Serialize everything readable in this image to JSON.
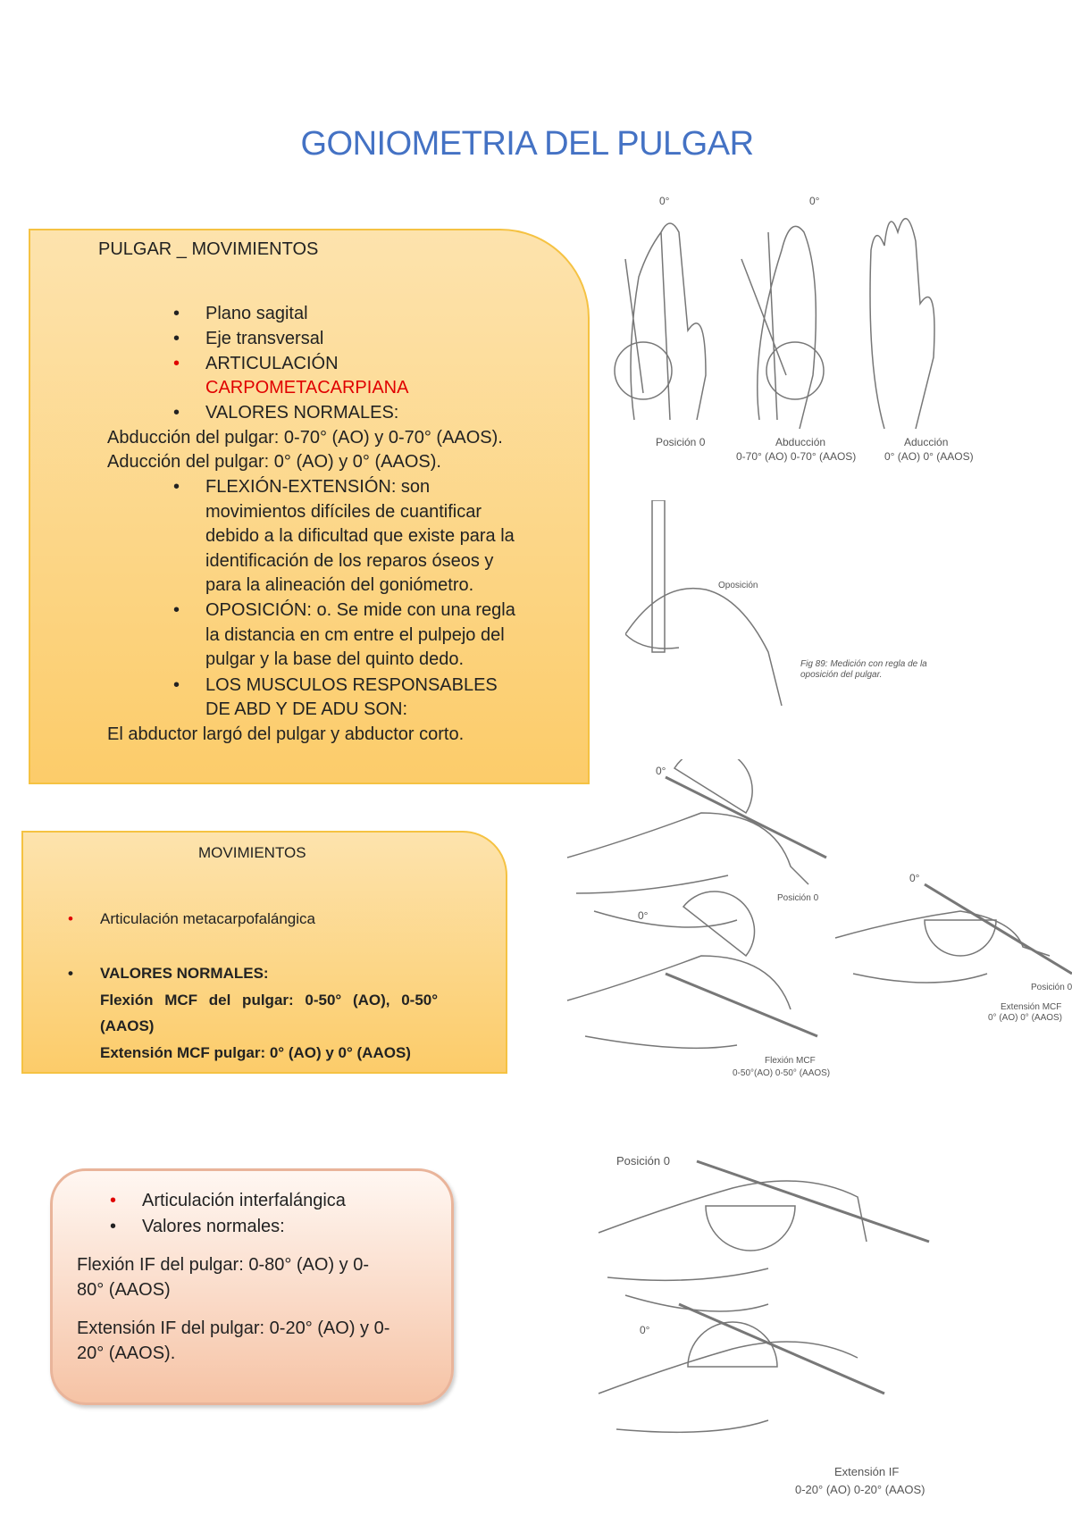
{
  "title": "GONIOMETRIA DEL PULGAR",
  "box1": {
    "heading": "PULGAR _ MOVIMIENTOS",
    "items": [
      "Plano sagital",
      "Eje transversal",
      "ARTICULACIÓN",
      "CARPOMETACARPIANA",
      "VALORES NORMALES:"
    ],
    "abd": "Abducción del pulgar: 0-70° (AO) y 0-70° (AAOS).",
    "adu": "Aducción del pulgar: 0° (AO) y 0° (AAOS).",
    "flex": [
      "FLEXIÓN-EXTENSIÓN: son",
      "movimientos difíciles de cuantificar",
      "debido a la dificultad que existe para la",
      "identificación de los reparos óseos y",
      "para la alineación del goniómetro."
    ],
    "opos": [
      "OPOSICIÓN: o. Se mide con una regla",
      "la distancia en cm entre el pulpejo del",
      "pulgar y la base del quinto dedo."
    ],
    "musc": [
      "LOS MUSCULOS RESPONSABLES",
      "DE ABD Y DE ADU SON:"
    ],
    "last": "El abductor largó del pulgar y abductor corto."
  },
  "box2": {
    "heading": "MOVIMIENTOS",
    "item1": "Articulación metacarpofalángica",
    "item2": "VALORES NORMALES:",
    "l1": "Flexión MCF del pulgar: 0-50° (AO), 0-50°",
    "l2": "(AAOS)",
    "l3": "Extensión MCF pulgar: 0° (AO) y 0° (AAOS)"
  },
  "box3": {
    "item1": "Articulación interfalángica",
    "item2": "Valores normales:",
    "p1": [
      "Flexión IF del pulgar: 0-80° (AO) y 0-",
      "80° (AAOS)"
    ],
    "p2": [
      "Extensión IF del pulgar: 0-20° (AO) y 0-",
      "20° (AAOS)."
    ]
  },
  "figs": {
    "zero": "0°",
    "pos0": "Posición 0",
    "abd": "Abducción",
    "abd_v": "0-70° (AO)   0-70° (AAOS)",
    "adu": "Aducción",
    "adu_v": "0° (AO)   0° (AAOS)",
    "opos": "Oposición",
    "fig89": "Fig 89: Medición con regla de la",
    "fig89b": "oposición del pulgar.",
    "pos0b": "Posición 0",
    "flexmcf": "Flexión MCF",
    "flexmcf_v": "0-50°(AO) 0-50° (AAOS)",
    "pos0c": "Posición 0",
    "extmcf": "Extensión MCF",
    "extmcf_v": "0° (AO)  0° (AAOS)",
    "pos0d": "Posición 0",
    "extif": "Extensión IF",
    "extif_v": "0-20° (AO)  0-20° (AAOS)"
  }
}
